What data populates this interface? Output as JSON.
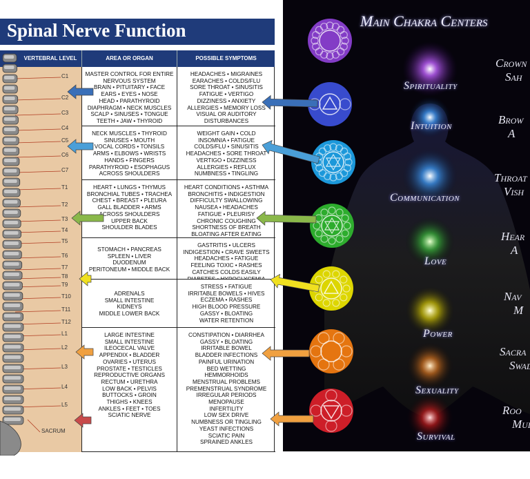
{
  "left": {
    "title": "Spinal Nerve Function",
    "headers": {
      "level": "VERTEBRAL LEVEL",
      "area": "AREA OR ORGAN",
      "symptoms": "POSSIBLE SYMPTOMS"
    },
    "vertebrae": [
      "C1",
      "C2",
      "C3",
      "C4",
      "C5",
      "C6",
      "C7",
      "T1",
      "T2",
      "T3",
      "T4",
      "T5",
      "T6",
      "T7",
      "T8",
      "T9",
      "T10",
      "T11",
      "T12",
      "L1",
      "L2",
      "L3",
      "L4",
      "L5",
      "SACRUM"
    ],
    "rows": [
      {
        "area": [
          "MASTER CONTROL FOR ENTIRE",
          "NERVOUS SYSTEM",
          "BRAIN • PITUITARY • FACE",
          "EARS • EYES • NOSE",
          "HEAD • PARATHYROID",
          "DIAPHRAGM • NECK MUSCLES",
          "SCALP • SINUSES • TONGUE",
          "TEETH • JAW • THYROID"
        ],
        "symptoms": [
          "HEADACHES • MIGRAINES",
          "EARACHES • COLDS/FLU",
          "SORE THROAT • SINUSITIS",
          "FATIGUE • VERTIGO",
          "DIZZINESS • ANXIETY",
          "ALLERGIES • MEMORY LOSS",
          "VISUAL OR AUDITORY",
          "DISTURBANCES"
        ]
      },
      {
        "area": [
          "NECK MUSCLES • THYROID",
          "SINUSES • MOUTH",
          "VOCAL CORDS • TONSILS",
          "ARMS • ELBOWS • WRISTS",
          "HANDS • FINGERS",
          "PARATHYROID • ESOPHAGUS",
          "ACROSS SHOULDERS"
        ],
        "symptoms": [
          "WEIGHT GAIN • COLD",
          "INSOMNIA • FATIGUE",
          "COLDS/FLU • SINUSITIS",
          "HEADACHES • SORE THROAT",
          "VERTIGO • DIZZINESS",
          "ALLERGIES • REFLUX",
          "NUMBNESS • TINGLING"
        ]
      },
      {
        "area": [
          "HEART • LUNGS • THYMUS",
          "BRONCHIAL TUBES • TRACHEA",
          "CHEST • BREAST • PLEURA",
          "GALL BLADDER • ARMS",
          "ACROSS SHOULDERS",
          "UPPER BACK",
          "SHOULDER BLADES"
        ],
        "symptoms": [
          "HEART CONDITIONS • ASTHMA",
          "BRONCHITIS • INDIGESTION",
          "DIFFICULTY SWALLOWING",
          "NAUSEA • HEADACHES",
          "FATIGUE • PLEURISY",
          "CHRONIC COUGHING",
          "SHORTNESS OF BREATH",
          "BLOATING AFTER EATING"
        ]
      },
      {
        "area": [
          "STOMACH • PANCREAS",
          "SPLEEN • LIVER",
          "DUODENUM",
          "PERITONEUM • MIDDLE BACK"
        ],
        "symptoms": [
          "GASTRITIS • ULCERS",
          "INDIGESTION • CRAVE SWEETS",
          "HEADACHES • FATIGUE",
          "FEELING TOXIC • RASHES",
          "CATCHES COLDS EASILY",
          "DIABETES • HYPOGLYCEMIA"
        ]
      },
      {
        "area": [
          "ADRENALS",
          "SMALL INTESTINE",
          "KIDNEYS",
          "MIDDLE LOWER BACK"
        ],
        "symptoms": [
          "STRESS • FATIGUE",
          "IRRITABLE BOWELS • HIVES",
          "ECZEMA • RASHES",
          "HIGH BLOOD PRESSURE",
          "GASSY • BLOATING",
          "WATER RETENTION"
        ]
      },
      {
        "area": [
          "LARGE INTESTINE",
          "SMALL INTESTINE",
          "ILEOCECAL VALVE",
          "APPENDIX • BLADDER",
          "OVARIES • UTERUS",
          "PROSTATE • TESTICLES",
          "REPRODUCTIVE ORGANS",
          "RECTUM • URETHRA",
          "LOW BACK • PELVIS",
          "BUTTOCKS • GROIN",
          "THIGHS • KNEES",
          "ANKLES • FEET • TOES",
          "SCIATIC NERVE"
        ],
        "symptoms": [
          "CONSTIPATION • DIARRHEA",
          "GASSY • BLOATING",
          "IRRITABLE BOWEL",
          "BLADDER INFECTIONS",
          "PAINFUL URINATION",
          "BED WETTING",
          "HEMMORHOIDS",
          "MENSTRUAL PROBLEMS",
          "PREMENSTRUAL SYNDROME",
          "IRREGULAR PERIODS",
          "MENOPAUSE",
          "INFERTILITY",
          "LOW SEX DRIVE",
          "NUMBNESS OR TINGLING",
          "YEAST INFECTIONS",
          "SCIATIC PAIN",
          "SPRAINED ANKLES"
        ]
      }
    ]
  },
  "right": {
    "title": "Main Chakra Centers",
    "chakra_names": [
      "Spirituality",
      "Intuition",
      "Communication",
      "Love",
      "Power",
      "Sexuality",
      "Survival"
    ],
    "side_labels": [
      [
        "Crown",
        "Sah"
      ],
      [
        "Brow",
        "A"
      ],
      [
        "Throat",
        "Vish"
      ],
      [
        "Hear",
        "A"
      ],
      [
        "Nav",
        "M"
      ],
      [
        "Sacra",
        "Swad"
      ],
      [
        "Roo",
        "Mul"
      ]
    ]
  },
  "colors": {
    "title_blue": "#1f3b7a",
    "spine_tan": "#e9c9a4",
    "chakras": [
      "#8a3fd1",
      "#3b4fd8",
      "#1ea0e6",
      "#2fb52f",
      "#e8e000",
      "#f07a10",
      "#d8202a"
    ],
    "arrows": [
      "#3a6fb8",
      "#4a9fd8",
      "#8ab84a",
      "#f0e020",
      "#f0a040",
      "#c84a4a"
    ]
  }
}
